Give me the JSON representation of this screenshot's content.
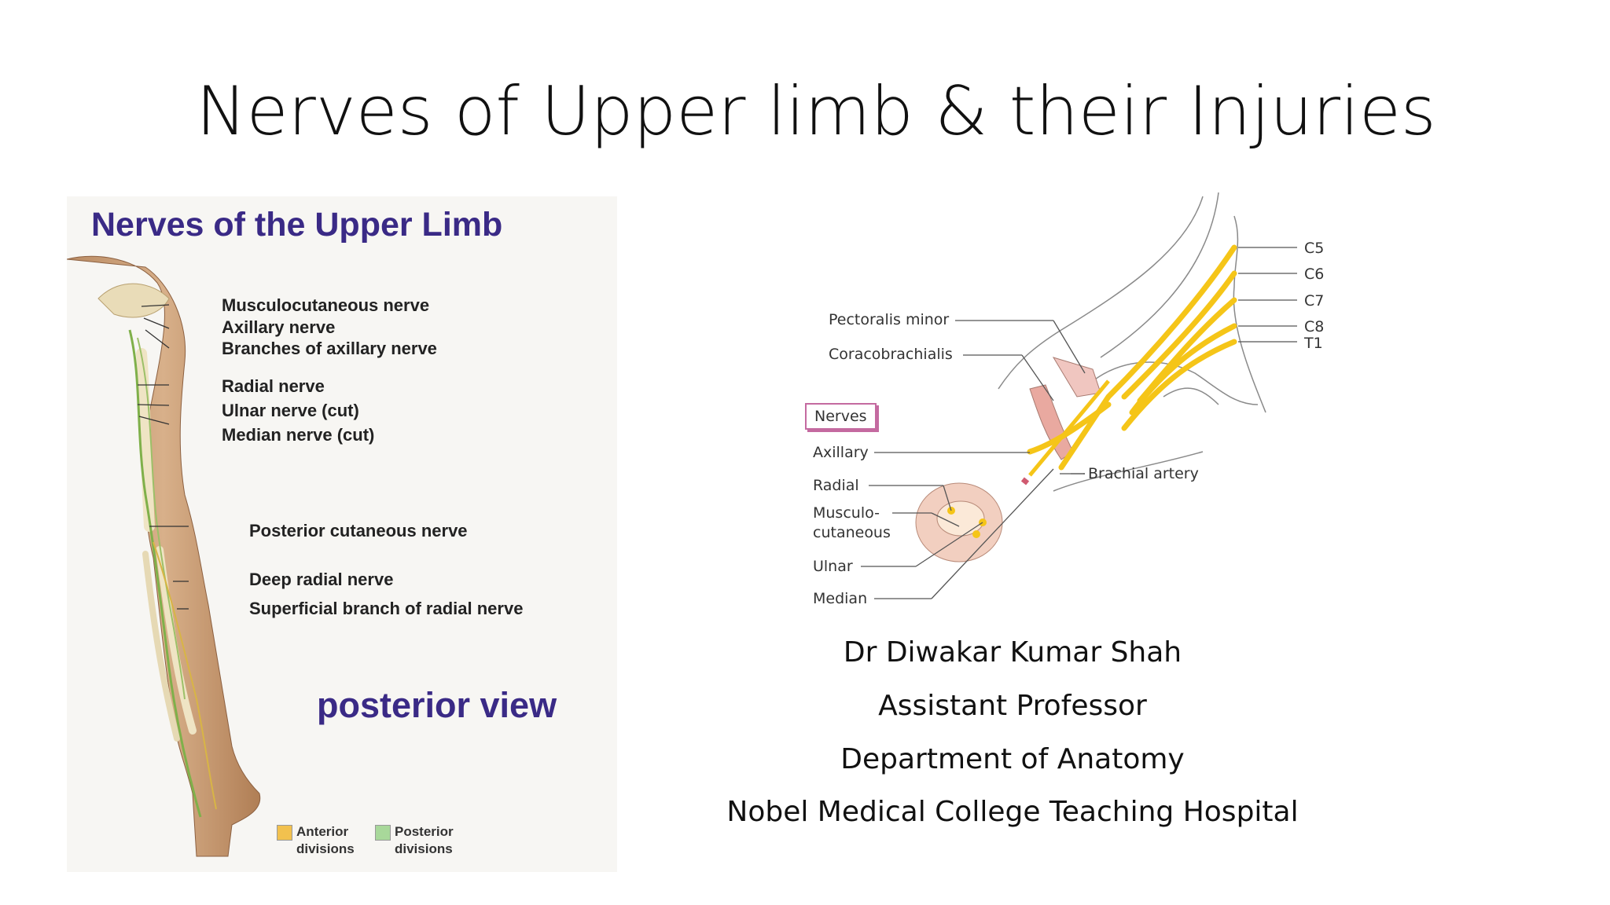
{
  "slide": {
    "title": "Nerves of Upper limb & their Injuries"
  },
  "left_figure": {
    "heading": "Nerves of the Upper Limb",
    "view": "posterior view",
    "labels": [
      "Musculocutaneous nerve",
      "Axillary nerve",
      "Branches of axillary nerve",
      "Radial nerve",
      "Ulnar nerve (cut)",
      "Median nerve (cut)",
      "Posterior cutaneous nerve",
      "Deep radial nerve",
      "Superficial branch of radial nerve"
    ],
    "legend": {
      "anterior": "Anterior divisions",
      "posterior": "Posterior divisions",
      "anterior_color": "#f2c14e",
      "posterior_color": "#a8d89a"
    }
  },
  "right_figure": {
    "roots": [
      "C5",
      "C6",
      "C7",
      "C8",
      "T1"
    ],
    "muscles": [
      "Pectoralis minor",
      "Coracobrachialis"
    ],
    "nerves_box": "Nerves",
    "nerves": [
      "Axillary",
      "Radial",
      "Musculo-",
      "cutaneous",
      "Ulnar",
      "Median"
    ],
    "artery": "Brachial artery",
    "nerve_color": "#f5c518"
  },
  "author": {
    "name": "Dr Diwakar Kumar Shah",
    "position": "Assistant Professor",
    "department": "Department of Anatomy",
    "institution": "Nobel Medical College Teaching Hospital"
  }
}
